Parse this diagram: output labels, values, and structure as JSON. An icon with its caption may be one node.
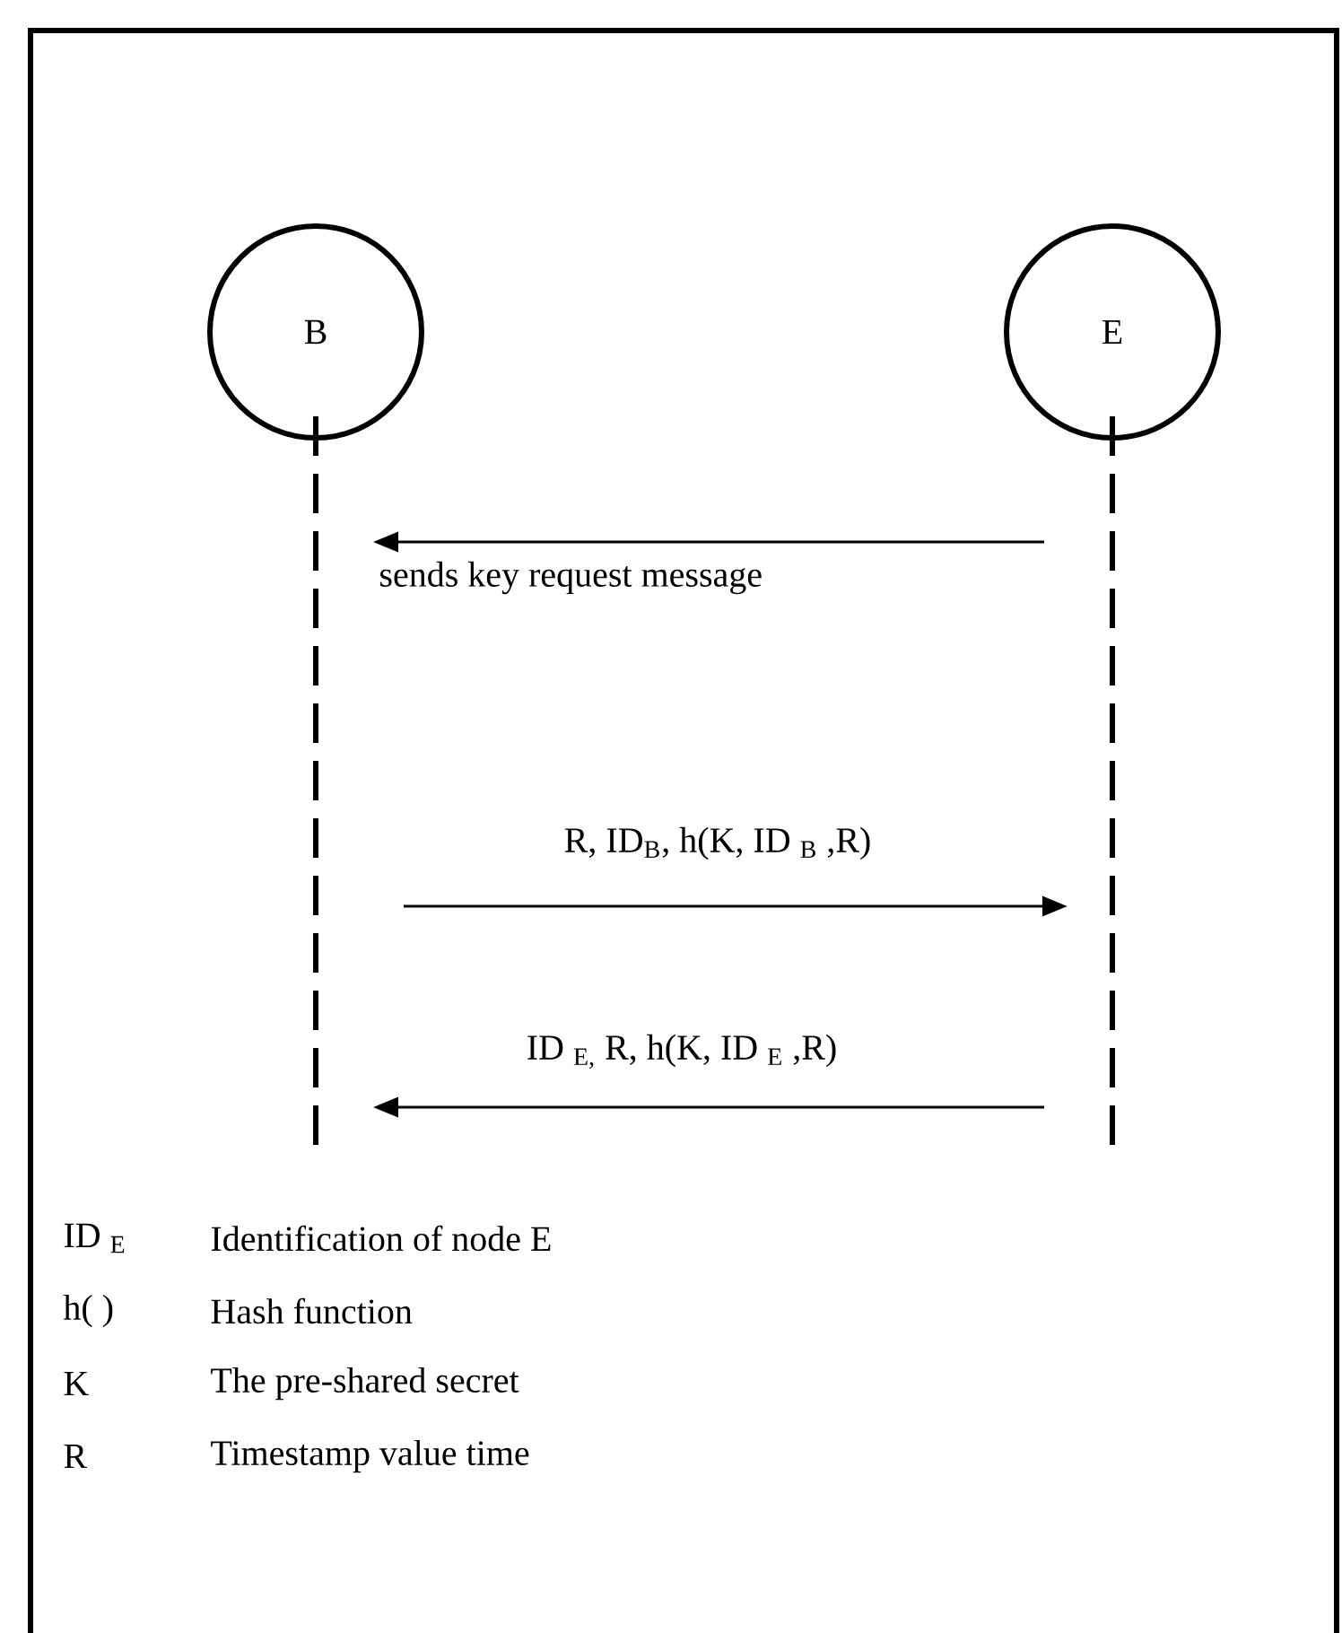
{
  "diagram": {
    "nodes": [
      {
        "text": [
          "B"
        ]
      },
      {
        "text": [
          "E"
        ]
      }
    ],
    "edges": [
      {
        "from": 1,
        "to": 0,
        "arrow": "to",
        "label": "sends key request message"
      },
      {
        "from": 0,
        "to": 1,
        "arrow": "to",
        "label": "R, ID$_{B}$, h(K, ID $_{B}$ ,R)"
      },
      {
        "from": 1,
        "to": 0,
        "arrow": "to",
        "label": "ID $_{E,}$ R, h(K, ID $_{E}$ ,R)"
      }
    ],
    "labels": [
      "ID $_{E}$",
      "Identification of node E",
      "h( )",
      "Hash function",
      "K",
      "The pre-shared secret",
      "R",
      "Timestamp value time"
    ]
  }
}
